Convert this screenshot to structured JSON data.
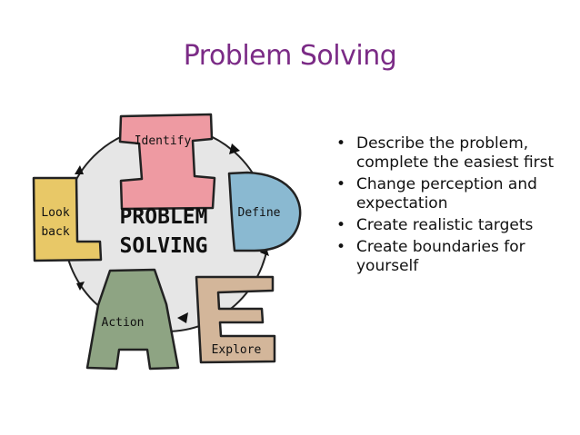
{
  "title": "Problem Solving",
  "diagram": {
    "center_line1": "PROBLEM",
    "center_line2": "SOLVING",
    "steps": {
      "identify": "Identify",
      "define": "Define",
      "explore": "Explore",
      "action": "Action",
      "look_line1": "Look",
      "look_line2": "back"
    },
    "colors": {
      "circle": "#e6e6e6",
      "identify": "#ee9aa2",
      "define": "#8ab9d1",
      "explore": "#d3b69a",
      "action": "#8ea483",
      "look": "#e8c867",
      "title": "#7b2b86"
    }
  },
  "bullets": [
    "Describe the problem, complete the easiest first",
    "Change perception and expectation",
    "Create realistic targets",
    "Create boundaries for yourself"
  ]
}
